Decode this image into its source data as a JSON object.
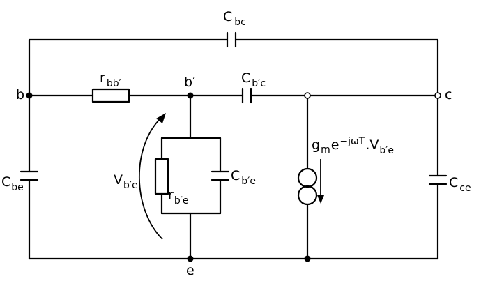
{
  "nodes": {
    "b": "b",
    "b_prime": "b′",
    "c": "c",
    "e": "e"
  },
  "components": {
    "cbc": {
      "main": "C",
      "sub": "bc"
    },
    "rbb": {
      "main": "r",
      "sub": "bb′"
    },
    "cbpc": {
      "main": "C",
      "sub": "b′c"
    },
    "cbe": {
      "main": "C",
      "sub": "be"
    },
    "rbpe": {
      "main": "r",
      "sub": "b′e"
    },
    "cbpe": {
      "main": "C",
      "sub": "b′e"
    },
    "cce": {
      "main": "C",
      "sub": "ce"
    },
    "vbpe": {
      "main": "V",
      "sub": "b′e"
    },
    "source": {
      "g": "g",
      "g_sub": "m",
      "e": "e",
      "exp": "−jωT",
      "dot_v": ".V",
      "v_sub": "b′e"
    }
  }
}
